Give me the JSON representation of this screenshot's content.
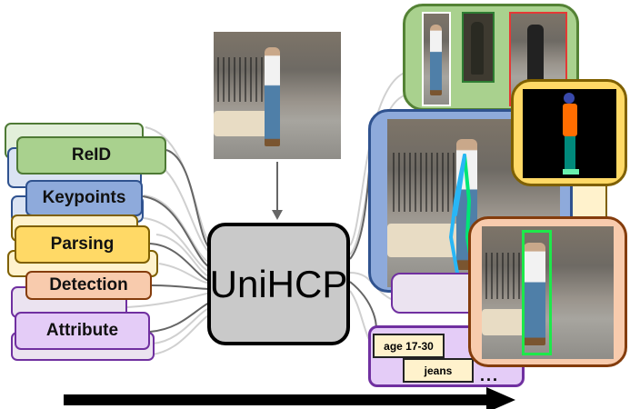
{
  "title": "UniHCP",
  "tasks": [
    {
      "label": "ReID",
      "fill": "#a9d18e",
      "border": "#4e7a35"
    },
    {
      "label": "Keypoints",
      "fill": "#8eaadb",
      "border": "#2f528f"
    },
    {
      "label": "Parsing",
      "fill": "#ffd966",
      "border": "#7f6000"
    },
    {
      "label": "Detection",
      "fill": "#f8cbad",
      "border": "#843c0c"
    },
    {
      "label": "Attribute",
      "fill": "#e4ccf7",
      "border": "#7030a0"
    }
  ],
  "attribute_tags": [
    "age 17-30",
    "jeans"
  ],
  "ellipsis": "...",
  "icons": {
    "input_arrow": "arrow-down",
    "flow_arrow": "arrow-right"
  }
}
